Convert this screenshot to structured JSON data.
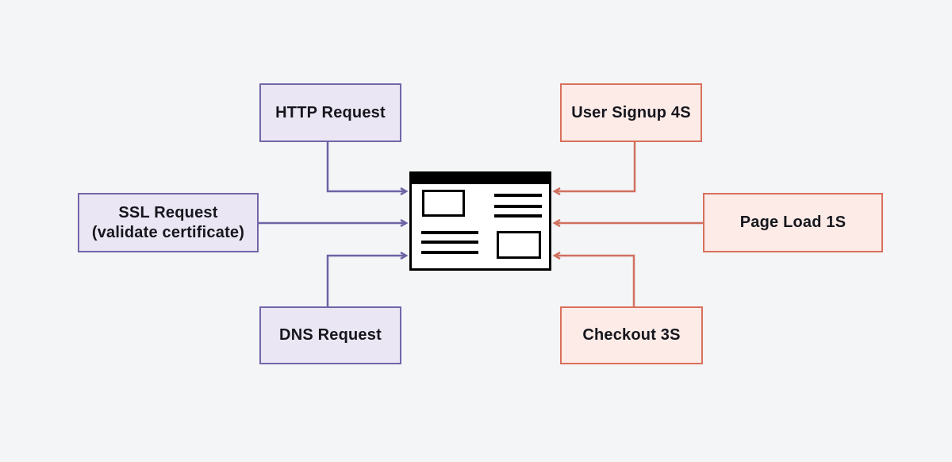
{
  "colors": {
    "bg": "#f4f5f7",
    "purple-border": "#7265a8",
    "purple-fill": "#eae6f3",
    "purple-line": "#6c64a5",
    "red-border": "#d9705c",
    "red-fill": "#fcebe7",
    "red-line": "#d0705f",
    "text": "#16161d",
    "browser-black": "#000000"
  },
  "nodes": {
    "http": {
      "label": "HTTP Request"
    },
    "ssl": {
      "label": "SSL Request",
      "sublabel": "(validate certificate)"
    },
    "dns": {
      "label": "DNS Request"
    },
    "signup": {
      "label": "User Signup 4S"
    },
    "pageload": {
      "label": "Page Load 1S"
    },
    "checkout": {
      "label": "Checkout 3S"
    }
  }
}
